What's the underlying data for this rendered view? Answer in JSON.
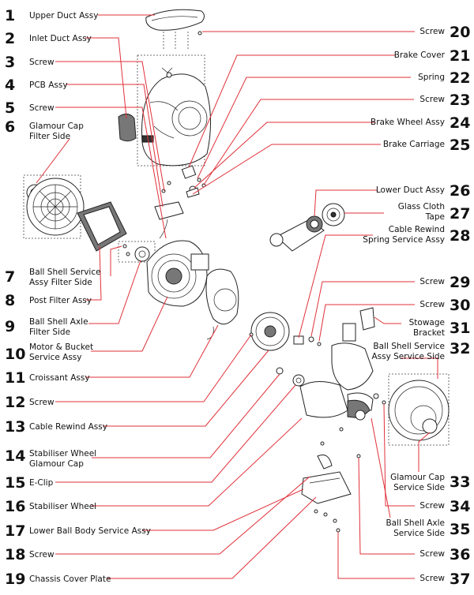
{
  "parts": [
    {
      "num": "1",
      "lines": [
        "Upper Duct Assy"
      ]
    },
    {
      "num": "2",
      "lines": [
        "Inlet Duct Assy"
      ]
    },
    {
      "num": "3",
      "lines": [
        "Screw"
      ]
    },
    {
      "num": "4",
      "lines": [
        "PCB Assy"
      ]
    },
    {
      "num": "5",
      "lines": [
        "Screw"
      ]
    },
    {
      "num": "6",
      "lines": [
        "Glamour Cap",
        "Filter Side"
      ]
    },
    {
      "num": "7",
      "lines": [
        "Ball Shell Service",
        "Assy Filter Side"
      ]
    },
    {
      "num": "8",
      "lines": [
        "Post Filter Assy"
      ]
    },
    {
      "num": "9",
      "lines": [
        "Ball Shell Axle",
        "Filter Side"
      ]
    },
    {
      "num": "10",
      "lines": [
        "Motor & Bucket",
        "Service Assy"
      ]
    },
    {
      "num": "11",
      "lines": [
        "Croissant Assy"
      ]
    },
    {
      "num": "12",
      "lines": [
        "Screw"
      ]
    },
    {
      "num": "13",
      "lines": [
        "Cable Rewind Assy"
      ]
    },
    {
      "num": "14",
      "lines": [
        "Stabiliser Wheel",
        "Glamour Cap"
      ]
    },
    {
      "num": "15",
      "lines": [
        "E-Clip"
      ]
    },
    {
      "num": "16",
      "lines": [
        "Stabiliser Wheel"
      ]
    },
    {
      "num": "17",
      "lines": [
        "Lower Ball Body Service Assy"
      ]
    },
    {
      "num": "18",
      "lines": [
        "Screw"
      ]
    },
    {
      "num": "19",
      "lines": [
        "Chassis Cover Plate"
      ]
    },
    {
      "num": "20",
      "lines": [
        "Screw"
      ]
    },
    {
      "num": "21",
      "lines": [
        "Brake Cover"
      ]
    },
    {
      "num": "22",
      "lines": [
        "Spring"
      ]
    },
    {
      "num": "23",
      "lines": [
        "Screw"
      ]
    },
    {
      "num": "24",
      "lines": [
        "Brake Wheel Assy"
      ]
    },
    {
      "num": "25",
      "lines": [
        "Brake Carriage"
      ]
    },
    {
      "num": "26",
      "lines": [
        "Lower Duct Assy"
      ]
    },
    {
      "num": "27",
      "lines": [
        "Glass Cloth",
        "Tape"
      ]
    },
    {
      "num": "28",
      "lines": [
        "Cable Rewind",
        "Spring Service Assy"
      ]
    },
    {
      "num": "29",
      "lines": [
        "Screw"
      ]
    },
    {
      "num": "30",
      "lines": [
        "Screw"
      ]
    },
    {
      "num": "31",
      "lines": [
        "Stowage",
        "Bracket"
      ]
    },
    {
      "num": "32",
      "lines": [
        "Ball Shell Service",
        "Assy Service Side"
      ]
    },
    {
      "num": "33",
      "lines": [
        "Glamour Cap",
        "Service Side"
      ]
    },
    {
      "num": "34",
      "lines": [
        "Screw"
      ]
    },
    {
      "num": "35",
      "lines": [
        "Ball Shell Axle",
        "Service Side"
      ]
    },
    {
      "num": "36",
      "lines": [
        "Screw"
      ]
    },
    {
      "num": "37",
      "lines": [
        "Screw"
      ]
    }
  ],
  "colors": {
    "leader": "#e0313a",
    "text": "#111111",
    "background": "#ffffff"
  }
}
